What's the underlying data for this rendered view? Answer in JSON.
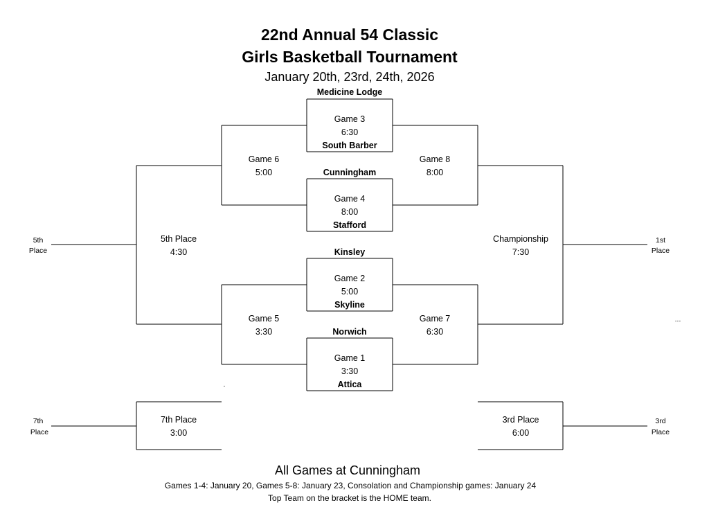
{
  "header": {
    "title_line1": "22nd Annual 54 Classic",
    "title_line2": "Girls Basketball Tournament",
    "dates": "January 20th, 23rd, 24th, 2026"
  },
  "teams": {
    "t1": "Medicine Lodge",
    "t2": "South Barber",
    "t3": "Cunningham",
    "t4": "Stafford",
    "t5": "Kinsley",
    "t6": "Skyline",
    "t7": "Norwich",
    "t8": "Attica"
  },
  "games": {
    "g3": {
      "name": "Game 3",
      "time": "6:30"
    },
    "g4": {
      "name": "Game 4",
      "time": "8:00"
    },
    "g2": {
      "name": "Game 2",
      "time": "5:00"
    },
    "g1": {
      "name": "Game 1",
      "time": "3:30"
    },
    "g6": {
      "name": "Game 6",
      "time": "5:00"
    },
    "g8": {
      "name": "Game 8",
      "time": "8:00"
    },
    "g5": {
      "name": "Game 5",
      "time": "3:30"
    },
    "g7": {
      "name": "Game 7",
      "time": "6:30"
    },
    "fifth": {
      "name": "5th Place",
      "time": "4:30"
    },
    "champ": {
      "name": "Championship",
      "time": "7:30"
    },
    "seventh": {
      "name": "7th Place",
      "time": "3:00"
    },
    "third": {
      "name": "3rd Place",
      "time": "6:00"
    }
  },
  "sides": {
    "fifth_a": "5th",
    "fifth_b": "Place",
    "first_a": "1st",
    "first_b": "Place",
    "seventh_a": "7th",
    "seventh_b": "Place",
    "third_a": "3rd",
    "third_b": "Place",
    "dots": "...",
    "dot": "."
  },
  "footer": {
    "location": "All Games at Cunningham",
    "schedule": "Games 1-4: January 20, Games 5-8: January 23, Consolation and Championship games: January 24",
    "home_note": "Top Team on the bracket is the HOME team."
  }
}
